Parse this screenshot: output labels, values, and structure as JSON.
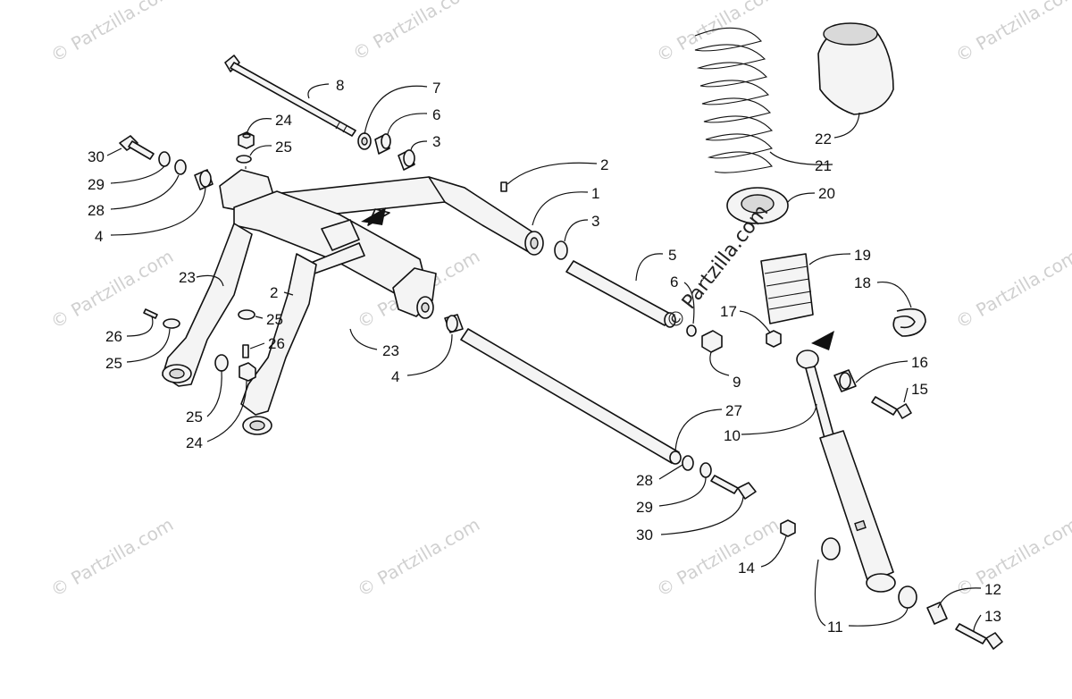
{
  "watermark": {
    "text": "© Partzilla.com",
    "text_prefix": "©",
    "text_brand": "Partzilla",
    "text_suffix": ".com"
  },
  "callouts": [
    {
      "id": "c8",
      "label": "8"
    },
    {
      "id": "c7",
      "label": "7"
    },
    {
      "id": "c6a",
      "label": "6"
    },
    {
      "id": "c3a",
      "label": "3"
    },
    {
      "id": "c24a",
      "label": "24"
    },
    {
      "id": "c25a",
      "label": "25"
    },
    {
      "id": "c30a",
      "label": "30"
    },
    {
      "id": "c29a",
      "label": "29"
    },
    {
      "id": "c28a",
      "label": "28"
    },
    {
      "id": "c4a",
      "label": "4"
    },
    {
      "id": "c2a",
      "label": "2"
    },
    {
      "id": "c1",
      "label": "1"
    },
    {
      "id": "c3b",
      "label": "3"
    },
    {
      "id": "c5",
      "label": "5"
    },
    {
      "id": "c6b",
      "label": "6"
    },
    {
      "id": "c9",
      "label": "9"
    },
    {
      "id": "c23a",
      "label": "23"
    },
    {
      "id": "c2b",
      "label": "2"
    },
    {
      "id": "c25b",
      "label": "25"
    },
    {
      "id": "c26a",
      "label": "26"
    },
    {
      "id": "c25c",
      "label": "25"
    },
    {
      "id": "c26b",
      "label": "26"
    },
    {
      "id": "c23b",
      "label": "23"
    },
    {
      "id": "c4b",
      "label": "4"
    },
    {
      "id": "c25d",
      "label": "25"
    },
    {
      "id": "c24b",
      "label": "24"
    },
    {
      "id": "c27",
      "label": "27"
    },
    {
      "id": "c10",
      "label": "10"
    },
    {
      "id": "c28b",
      "label": "28"
    },
    {
      "id": "c29b",
      "label": "29"
    },
    {
      "id": "c30b",
      "label": "30"
    },
    {
      "id": "c22",
      "label": "22"
    },
    {
      "id": "c21",
      "label": "21"
    },
    {
      "id": "c20",
      "label": "20"
    },
    {
      "id": "c19",
      "label": "19"
    },
    {
      "id": "c18",
      "label": "18"
    },
    {
      "id": "c17",
      "label": "17"
    },
    {
      "id": "c16",
      "label": "16"
    },
    {
      "id": "c15",
      "label": "15"
    },
    {
      "id": "c14",
      "label": "14"
    },
    {
      "id": "c12",
      "label": "12"
    },
    {
      "id": "c13",
      "label": "13"
    },
    {
      "id": "c11",
      "label": "11"
    }
  ]
}
